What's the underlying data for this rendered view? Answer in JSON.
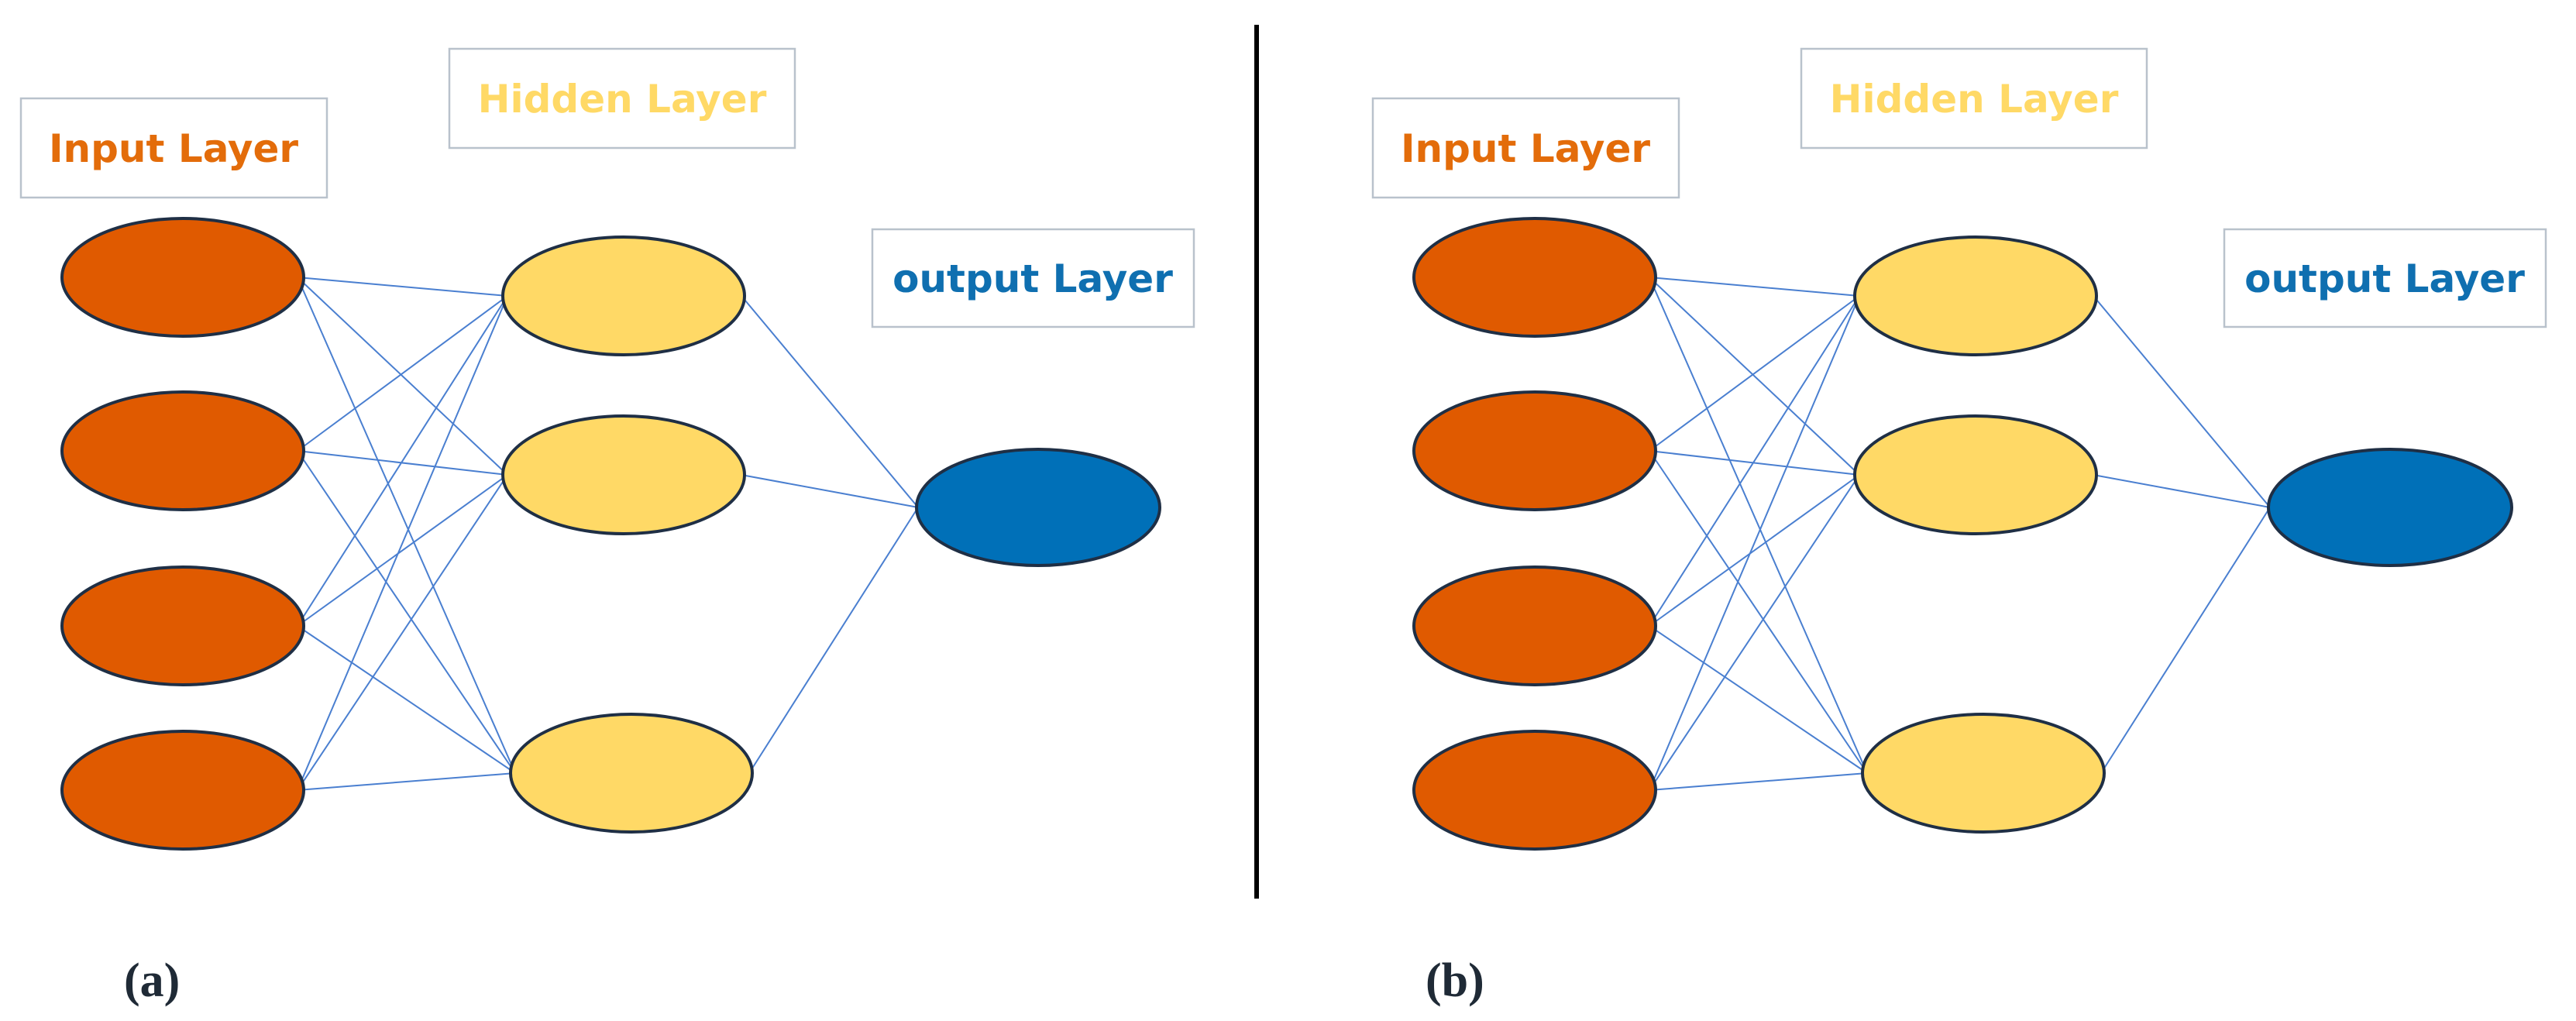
{
  "labels": {
    "input_layer": "Input Layer",
    "hidden_layer": "Hidden Layer",
    "output_layer": "output Layer",
    "panel_a": "(a)",
    "panel_b": "(b)"
  },
  "colors": {
    "input_node": "#e05a00",
    "hidden_node": "#ffd966",
    "output_node": "#0070b8",
    "input_label": "#e36c0a",
    "hidden_label": "#ffd966",
    "output_label": "#0f6fb0",
    "edge": "#4a7fd0"
  },
  "panels": [
    {
      "id": "a",
      "input_nodes": 4,
      "hidden_nodes": 3,
      "output_nodes": 1,
      "input_to_hidden": [
        [
          0,
          0
        ],
        [
          0,
          1
        ],
        [
          0,
          2
        ],
        [
          1,
          0
        ],
        [
          1,
          1
        ],
        [
          1,
          2
        ],
        [
          2,
          0
        ],
        [
          2,
          1
        ],
        [
          2,
          2
        ],
        [
          3,
          0
        ],
        [
          3,
          1
        ],
        [
          3,
          2
        ]
      ],
      "hidden_to_output": [
        [
          0,
          0
        ],
        [
          1,
          0
        ],
        [
          2,
          0
        ]
      ]
    },
    {
      "id": "b",
      "input_nodes": 4,
      "hidden_nodes": 3,
      "output_nodes": 1,
      "input_to_hidden": [
        [
          0,
          0
        ],
        [
          0,
          1
        ],
        [
          0,
          2
        ],
        [
          1,
          0
        ],
        [
          1,
          1
        ],
        [
          1,
          2
        ],
        [
          2,
          0
        ],
        [
          2,
          1
        ],
        [
          2,
          2
        ],
        [
          3,
          0
        ],
        [
          3,
          1
        ],
        [
          3,
          2
        ]
      ],
      "hidden_to_output": [
        [
          0,
          0
        ],
        [
          1,
          0
        ],
        [
          2,
          0
        ]
      ]
    }
  ]
}
